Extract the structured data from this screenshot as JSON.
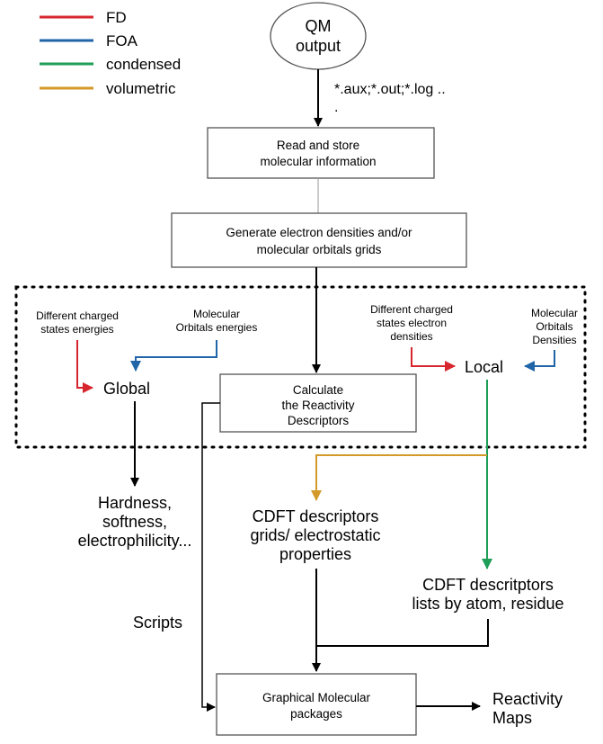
{
  "colors": {
    "fd": "#d7262e",
    "foa": "#1f65a7",
    "condensed": "#1f9e57",
    "volumetric": "#d39a2a",
    "line": "#000000",
    "thin_line": "#9a9a9a"
  },
  "legend": [
    {
      "key": "fd",
      "label": "FD"
    },
    {
      "key": "foa",
      "label": "FOA"
    },
    {
      "key": "condensed",
      "label": "condensed"
    },
    {
      "key": "volumetric",
      "label": "volumetric"
    }
  ],
  "nodes": {
    "qm_output": {
      "lines": [
        "QM",
        "output"
      ]
    },
    "file_types": {
      "lines": [
        "*.aux;*.out;*.log ..",
        "."
      ]
    },
    "read_store": {
      "lines": [
        "Read and store",
        "molecular information"
      ]
    },
    "generate_grids": {
      "lines": [
        "Generate electron densities and/or",
        "molecular orbitals grids"
      ]
    },
    "diff_charged_energies": {
      "lines": [
        "Different charged",
        "states energies"
      ]
    },
    "mo_energies": {
      "lines": [
        "Molecular",
        "Orbitals energies"
      ]
    },
    "global": {
      "lines": [
        "Global"
      ]
    },
    "calculate": {
      "lines": [
        "Calculate",
        "the Reactivity",
        "Descriptors"
      ]
    },
    "diff_charged_densities": {
      "lines": [
        "Different charged",
        "states electron",
        "densities"
      ]
    },
    "mo_densities": {
      "lines": [
        "Molecular",
        "Orbitals",
        "Densities"
      ]
    },
    "local": {
      "lines": [
        "Local"
      ]
    },
    "hardness": {
      "lines": [
        "Hardness,",
        "softness,",
        "electrophilicity..."
      ]
    },
    "cdft_grids": {
      "lines": [
        "CDFT descriptors",
        "grids/ electrostatic",
        "properties"
      ]
    },
    "cdft_lists": {
      "lines": [
        "CDFT descritptors",
        "lists by atom, residue"
      ]
    },
    "scripts": {
      "lines": [
        "Scripts"
      ]
    },
    "graphical": {
      "lines": [
        "Graphical Molecular",
        "packages"
      ]
    },
    "reactivity_maps": {
      "lines": [
        "Reactivity",
        "Maps"
      ]
    }
  }
}
